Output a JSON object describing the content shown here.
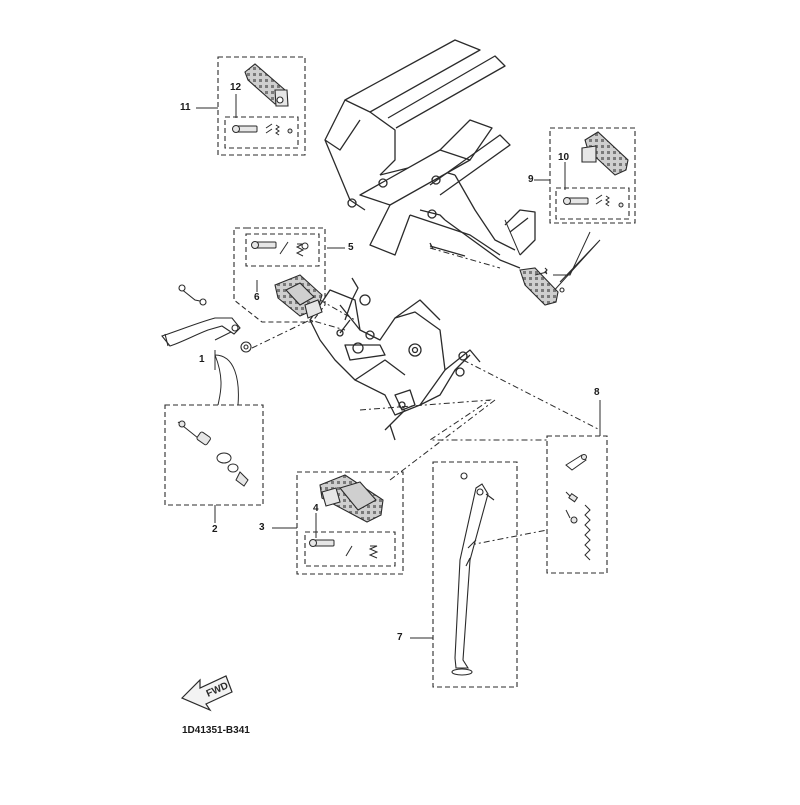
{
  "callouts": {
    "c1": "1",
    "c2": "2",
    "c3": "3",
    "c4": "4",
    "c5": "5",
    "c6": "6",
    "c7": "7",
    "c8": "8",
    "c9": "9",
    "c10": "10",
    "c11": "11",
    "c12": "12"
  },
  "fwd_label": "FWD",
  "diagram_code": "1D41351-B341",
  "colors": {
    "line": "#2b2b2b",
    "fill_light": "#e6e6e6",
    "fill_mid": "#bdbdbd",
    "background": "#ffffff"
  },
  "icons": {
    "direction_arrow": "fwd-arrow-icon"
  }
}
